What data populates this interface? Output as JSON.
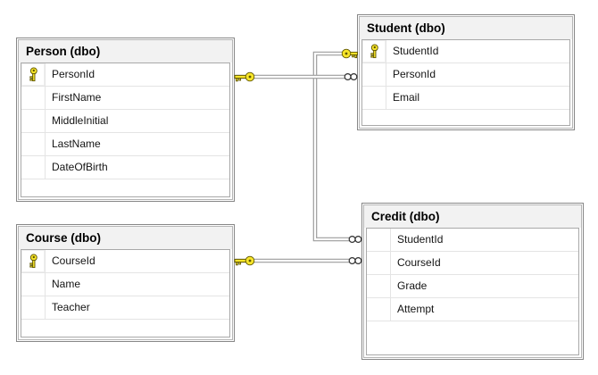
{
  "diagram": {
    "tables": [
      {
        "id": "person",
        "title": "Person (dbo)",
        "columns": [
          {
            "name": "PersonId",
            "key": true
          },
          {
            "name": "FirstName",
            "key": false
          },
          {
            "name": "MiddleInitial",
            "key": false
          },
          {
            "name": "LastName",
            "key": false
          },
          {
            "name": "DateOfBirth",
            "key": false
          }
        ]
      },
      {
        "id": "student",
        "title": "Student (dbo)",
        "columns": [
          {
            "name": "StudentId",
            "key": true
          },
          {
            "name": "PersonId",
            "key": false
          },
          {
            "name": "Email",
            "key": false
          }
        ]
      },
      {
        "id": "course",
        "title": "Course (dbo)",
        "columns": [
          {
            "name": "CourseId",
            "key": true
          },
          {
            "name": "Name",
            "key": false
          },
          {
            "name": "Teacher",
            "key": false
          }
        ]
      },
      {
        "id": "credit",
        "title": "Credit (dbo)",
        "columns": [
          {
            "name": "StudentId",
            "key": false
          },
          {
            "name": "CourseId",
            "key": false
          },
          {
            "name": "Grade",
            "key": false
          },
          {
            "name": "Attempt",
            "key": false
          }
        ]
      }
    ],
    "relationships": [
      {
        "pk_table": "Person (dbo)",
        "pk_column": "PersonId",
        "fk_table": "Student (dbo)",
        "fk_column": "PersonId",
        "pk_symbol": "key",
        "fk_symbol": "infinity-many"
      },
      {
        "pk_table": "Student (dbo)",
        "pk_column": "StudentId",
        "fk_table": "Credit (dbo)",
        "fk_column": "StudentId",
        "pk_symbol": "key",
        "fk_symbol": "infinity-many"
      },
      {
        "pk_table": "Course (dbo)",
        "pk_column": "CourseId",
        "fk_table": "Credit (dbo)",
        "fk_column": "CourseId",
        "pk_symbol": "key",
        "fk_symbol": "infinity-many"
      }
    ],
    "colors": {
      "background": "#ffffff",
      "table_outer_border": "#878787",
      "table_inner_highlight": "#b5b5b5",
      "title_background": "#f2f2f2",
      "grid_border": "#a9a9a9",
      "row_separator": "#e4e4e4",
      "text": "#141414",
      "connector_line": "#9c9c9c",
      "key_fill": "#f7e52a",
      "key_outline": "#5f5600",
      "infinity_outline": "#2f2f2f"
    }
  }
}
